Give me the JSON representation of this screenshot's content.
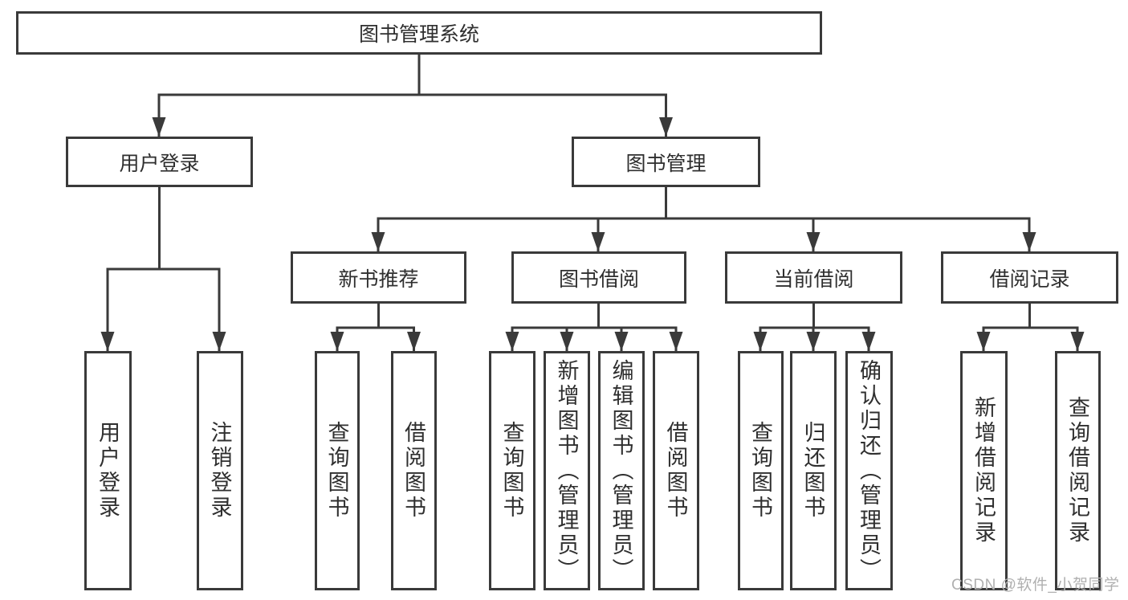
{
  "diagram": {
    "root": {
      "label": "图书管理系统"
    },
    "level2": [
      {
        "label": "用户登录"
      },
      {
        "label": "图书管理"
      }
    ],
    "level3": [
      {
        "label": "新书推荐"
      },
      {
        "label": "图书借阅"
      },
      {
        "label": "当前借阅"
      },
      {
        "label": "借阅记录"
      }
    ],
    "leaves": {
      "user_login": [
        "用户登录",
        "注销登录"
      ],
      "new_book_recommend": [
        "查询图书",
        "借阅图书"
      ],
      "book_borrow": [
        "查询图书",
        "新增图书（管理员）",
        "编辑图书（管理员）",
        "借阅图书"
      ],
      "current_borrow": [
        "查询图书",
        "归还图书",
        "确认归还（管理员）"
      ],
      "borrow_records": [
        "新增借阅记录",
        "查询借阅记录"
      ]
    }
  },
  "watermark": {
    "text": "CSDN @软件_小贺同学"
  },
  "colors": {
    "line": "#3a3a3a",
    "text": "#2f2f2f",
    "watermark": "#b0b0b0",
    "background": "#ffffff"
  }
}
